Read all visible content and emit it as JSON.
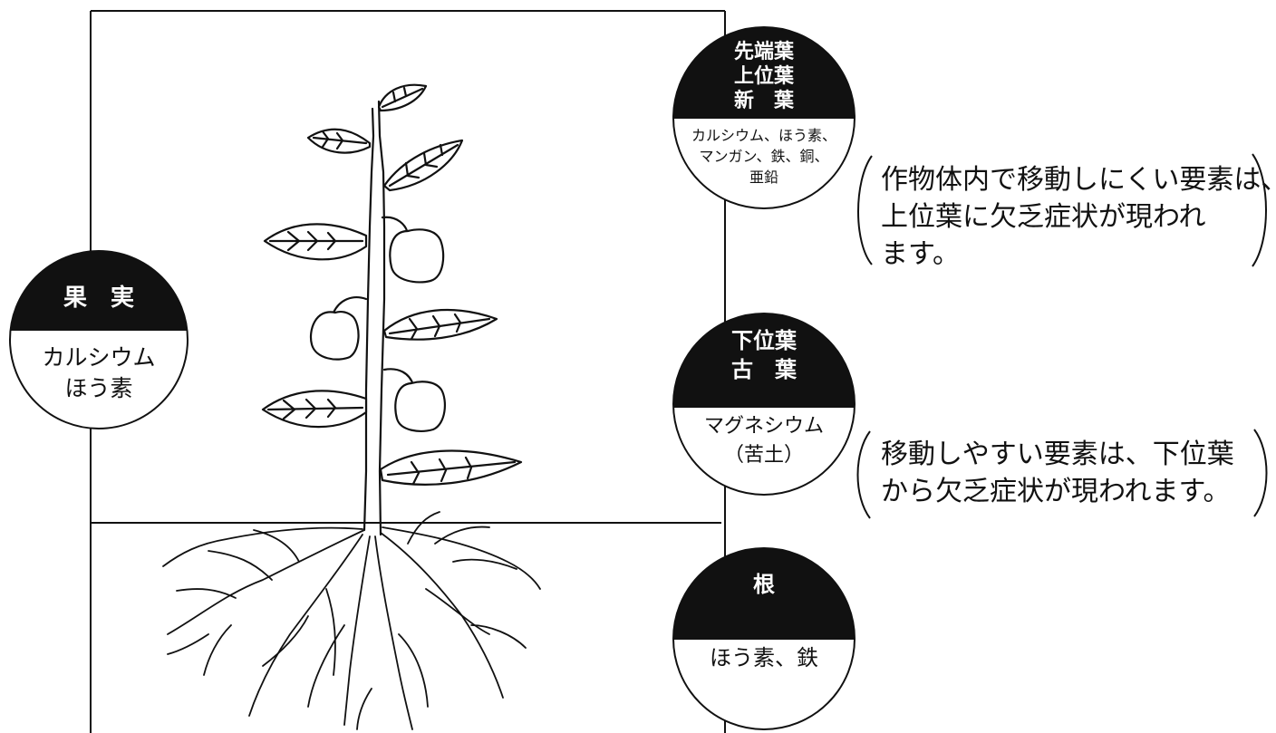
{
  "fruit": {
    "head": [
      "果　実"
    ],
    "body": [
      "カルシウム",
      "ほう素"
    ]
  },
  "upper_leaf": {
    "head": [
      "先端葉",
      "上位葉",
      "新　葉"
    ],
    "body": [
      "カルシウム、ほう素、",
      "マンガン、鉄、銅、",
      "亜鉛"
    ]
  },
  "lower_leaf": {
    "head": [
      "下位葉",
      "古　葉"
    ],
    "body": [
      "マグネシウム",
      "（苦土）"
    ]
  },
  "root": {
    "head": [
      "根"
    ],
    "body": [
      "ほう素、鉄"
    ]
  },
  "note_upper": [
    "作物体内で移動しにくい要素は、",
    "上位葉に欠乏症状が現われ",
    "ます。"
  ],
  "note_lower": [
    "移動しやすい要素は、下位葉",
    "から欠乏症状が現われます。"
  ],
  "colors": {
    "ink": "#111111",
    "paper": "#ffffff"
  }
}
